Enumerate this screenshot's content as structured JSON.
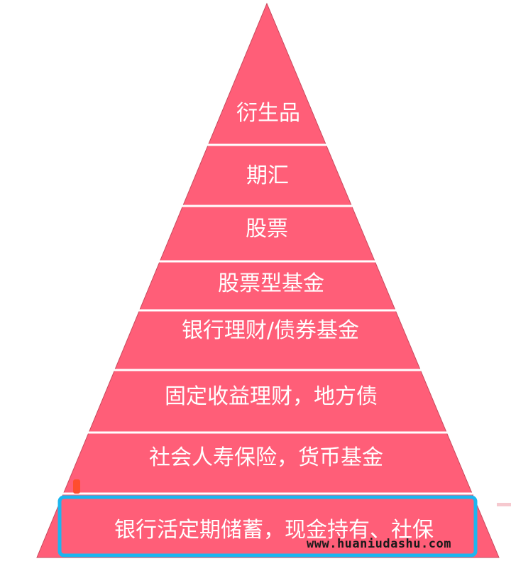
{
  "colors": {
    "pyramid_fill": "#ff5e78",
    "divider": "#ffffff",
    "outline": "#c94a5e",
    "highlight_border": "#1cb6ef",
    "text": "#ffffff"
  },
  "pyramid": {
    "levels": [
      {
        "label": "衍生品"
      },
      {
        "label": "期汇"
      },
      {
        "label": "股票"
      },
      {
        "label": "股票型基金"
      },
      {
        "label": "银行理财/债券基金"
      },
      {
        "label": "固定收益理财，地方债"
      },
      {
        "label": "社会人寿保险，货币基金"
      },
      {
        "label": "银行活定期储蓄，现金持有、社保"
      }
    ]
  },
  "watermark": "www.huaniudashu.com"
}
